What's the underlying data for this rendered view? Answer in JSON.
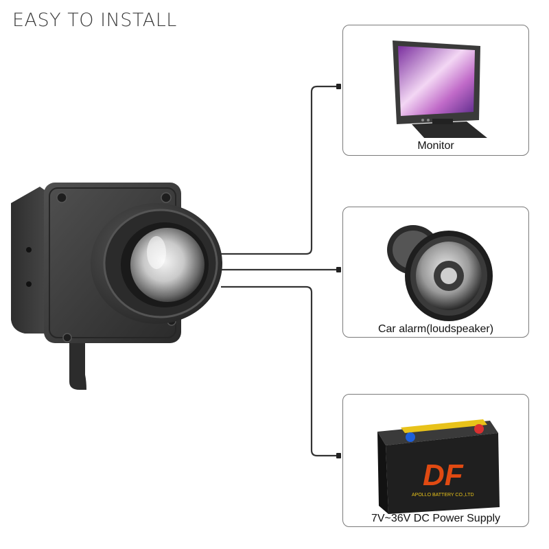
{
  "header": {
    "title": "EASY TO INSTALL"
  },
  "devices": [
    {
      "label": "Monitor",
      "icon": "monitor-icon"
    },
    {
      "label": "Car alarm(loudspeaker)",
      "icon": "speaker-icon"
    },
    {
      "label": "7V~36V DC Power Supply",
      "icon": "battery-icon"
    }
  ],
  "battery_brand": {
    "mark": "DF",
    "caption": "APOLLO BATTERY CO.,LTD"
  },
  "colors": {
    "wire": "#333333",
    "card_border": "#7a7a7a",
    "camera_body": "#3b3b3b",
    "battery_accent": "#e8c21a",
    "battery_brand": "#e04a12"
  }
}
